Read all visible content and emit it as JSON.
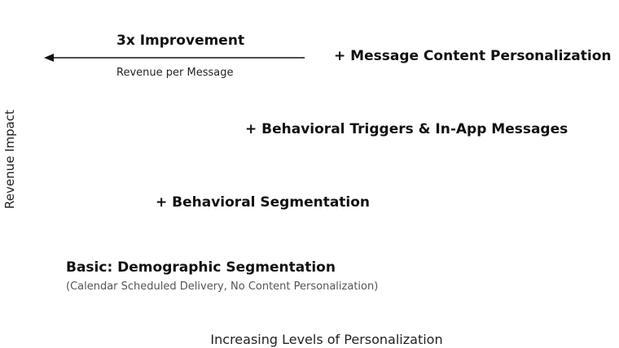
{
  "axes": {
    "y_label": "Revenue Impact",
    "x_label": "Increasing Levels of Personalization"
  },
  "improvement": {
    "title": "3x Improvement",
    "subtitle": "Revenue per Message",
    "arrow_icon": "arrow-left-icon"
  },
  "levels": [
    {
      "label": "Basic: Demographic Segmentation",
      "sublabel": "(Calendar Scheduled Delivery, No Content Personalization)"
    },
    {
      "label": "+ Behavioral Segmentation"
    },
    {
      "label": "+ Behavioral Triggers & In-App Messages"
    },
    {
      "label": "+ Message Content Personalization"
    }
  ],
  "colors": {
    "text": "#111111",
    "muted": "#555555",
    "background": "#ffffff"
  }
}
